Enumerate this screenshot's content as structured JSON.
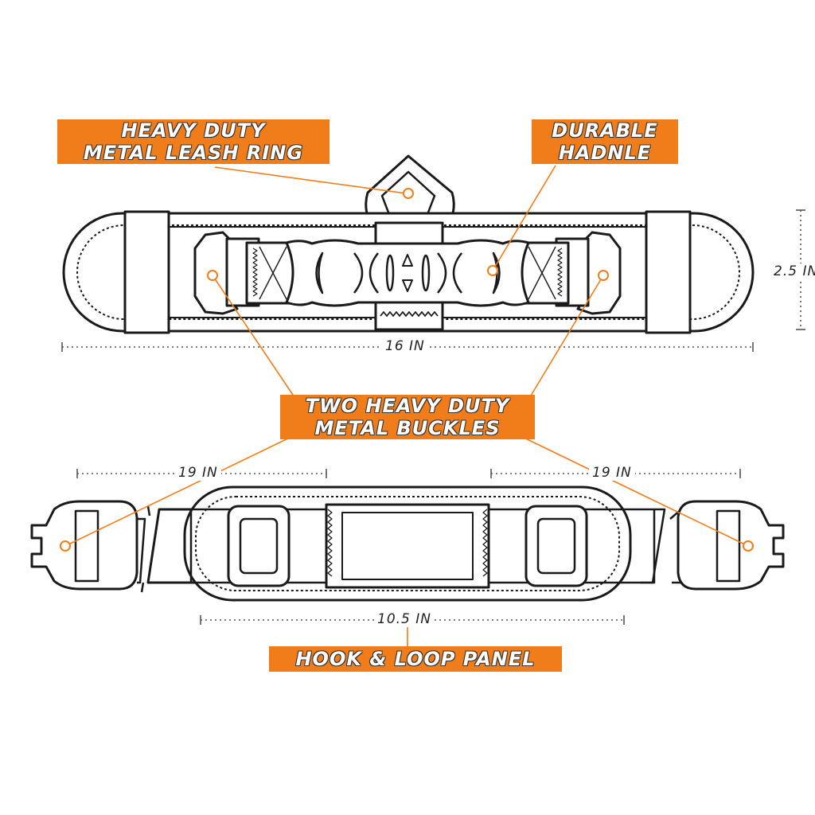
{
  "labels": {
    "leash_ring": [
      "HEAVY DUTY",
      "METAL LEASH RING"
    ],
    "handle": [
      "DURABLE",
      "HADNLE"
    ],
    "buckles": [
      "TWO HEAVY DUTY",
      "METAL BUCKLES"
    ],
    "hook_loop": "HOOK & LOOP PANEL"
  },
  "dimensions": {
    "top_width": "16 IN",
    "top_height": "2.5 IN",
    "left_strap": "19 IN",
    "right_strap": "19 IN",
    "bottom_width": "10.5 IN"
  },
  "colors": {
    "accent": "#f07d19",
    "outline": "#1a1a1a",
    "fill": "#ffffff"
  }
}
